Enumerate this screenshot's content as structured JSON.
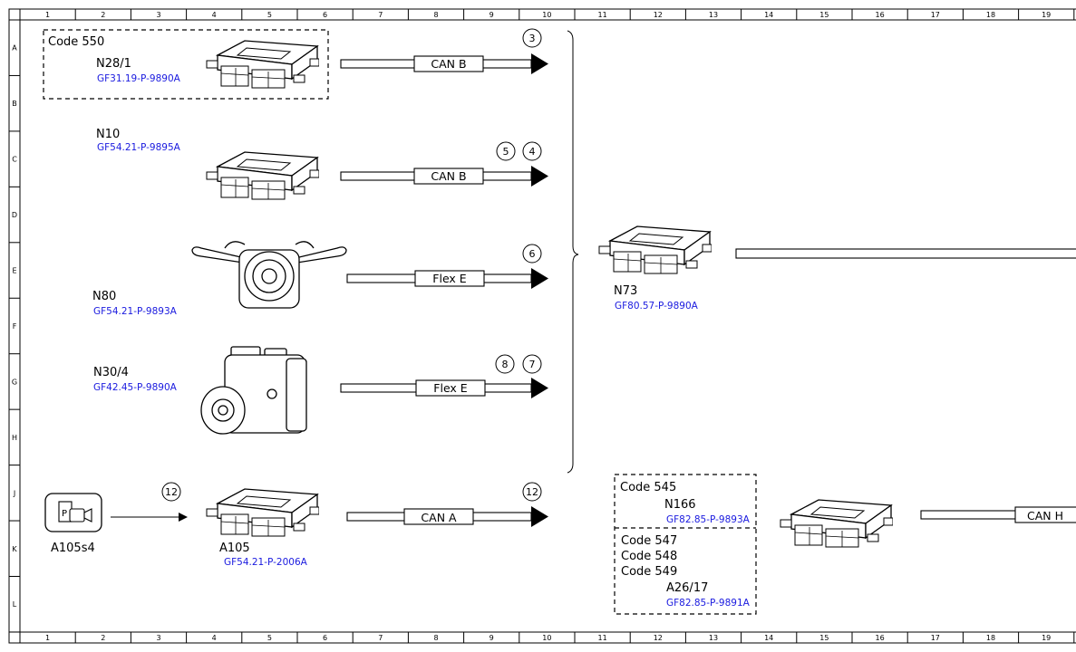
{
  "columns": [
    "1",
    "2",
    "3",
    "4",
    "5",
    "6",
    "7",
    "8",
    "9",
    "10",
    "11",
    "12",
    "13",
    "14",
    "15",
    "16",
    "17",
    "18",
    "19"
  ],
  "rows": [
    "A",
    "B",
    "C",
    "D",
    "E",
    "F",
    "G",
    "H",
    "J",
    "K",
    "L"
  ],
  "components": {
    "n28_1": {
      "code": "Code 550",
      "name": "N28/1",
      "ref": "GF31.19-P-9890A"
    },
    "n10": {
      "name": "N10",
      "ref": "GF54.21-P-9895A"
    },
    "n80": {
      "name": "N80",
      "ref": "GF54.21-P-9893A"
    },
    "n30_4": {
      "name": "N30/4",
      "ref": "GF42.45-P-9890A"
    },
    "n73": {
      "name": "N73",
      "ref": "GF80.57-P-9890A"
    },
    "a105s4": {
      "name": "A105s4"
    },
    "a105": {
      "name": "A105",
      "ref": "GF54.21-P-2006A"
    },
    "n166": {
      "code": "Code 545",
      "name": "N166",
      "ref": "GF82.85-P-9893A"
    },
    "a26_17": {
      "codes": [
        "Code 547",
        "Code 548",
        "Code 549"
      ],
      "name": "A26/17",
      "ref": "GF82.85-P-9891A"
    }
  },
  "buses": {
    "bus1": "CAN B",
    "bus2": "CAN B",
    "bus3": "Flex E",
    "bus4": "Flex E",
    "bus5": "CAN A",
    "bus6": "CAN H"
  },
  "markers": {
    "m1": "3",
    "m2a": "5",
    "m2b": "4",
    "m3": "6",
    "m4a": "8",
    "m4b": "7",
    "m5": "12",
    "m6": "12"
  }
}
